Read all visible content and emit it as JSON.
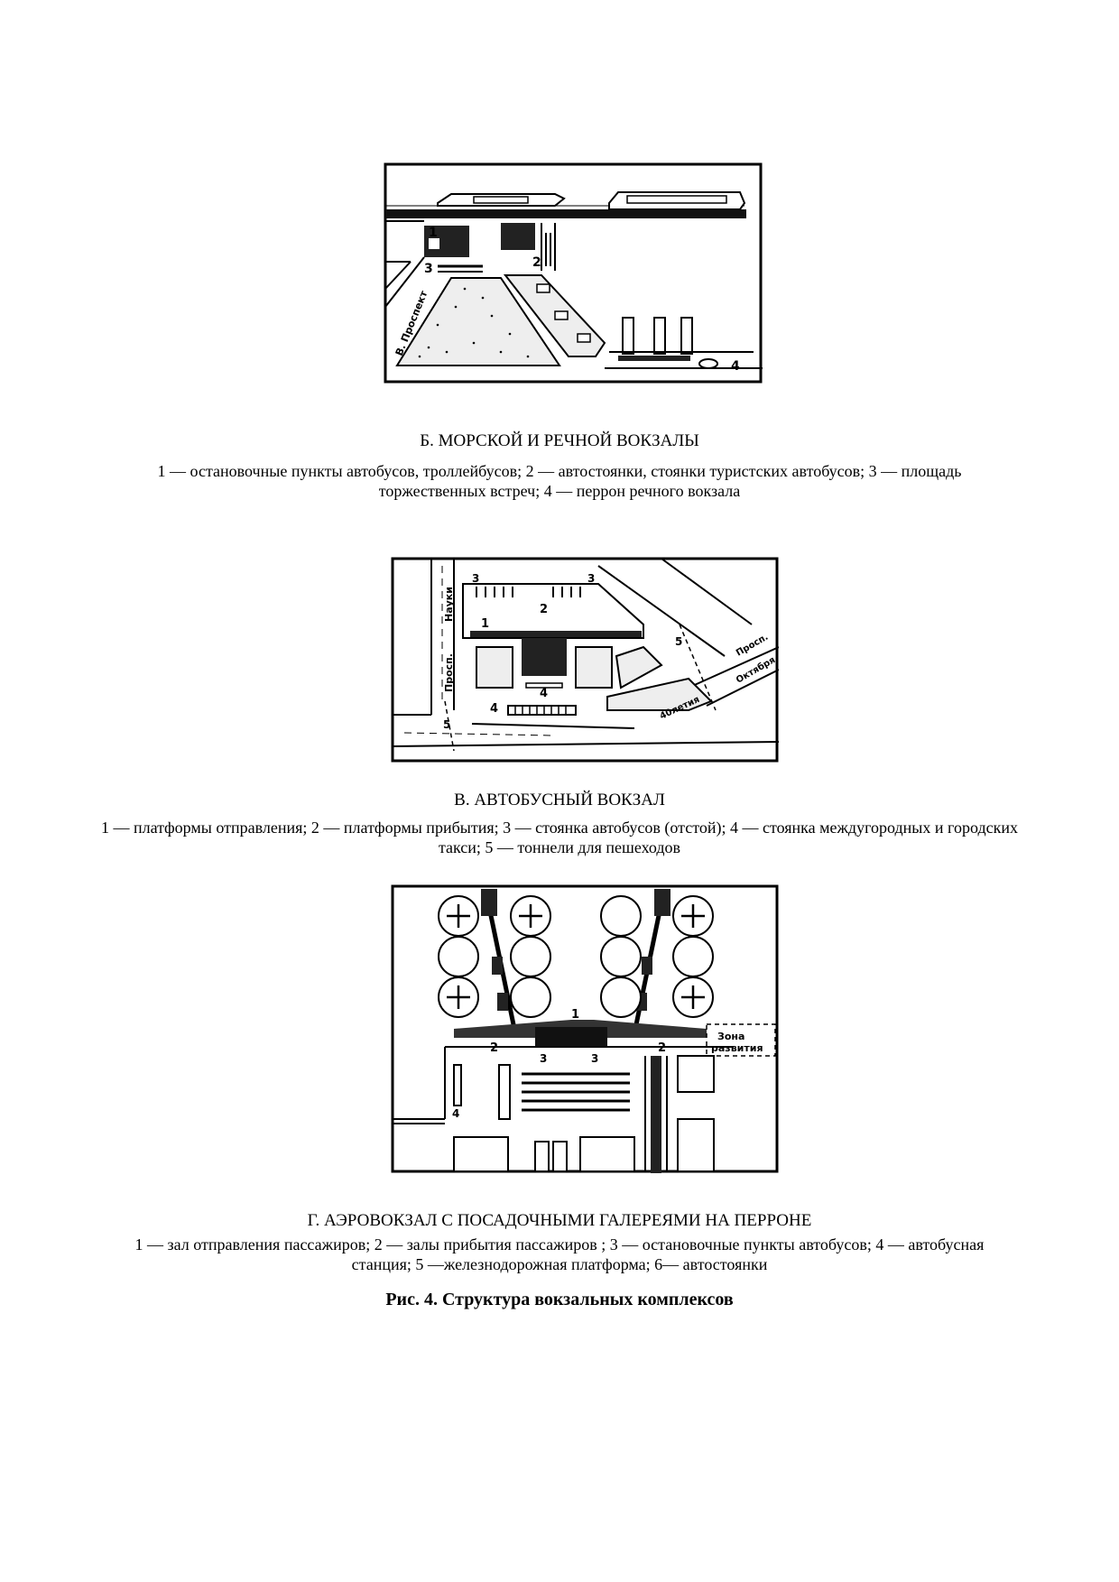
{
  "sections": [
    {
      "title": "Б. МОРСКОЙ И РЕЧНОЙ ВОКЗАЛЫ",
      "legend": "1 — остановочные пункты автобусов, троллейбусов; 2 — автостоянки, стоянки туристских автобусов; 3 — площадь торжественных встреч; 4 — перрон речного вокзала",
      "map_labels": {
        "n1": "1",
        "n2": "2",
        "n3": "3",
        "n4": "4",
        "street": "В. Проспект"
      }
    },
    {
      "title": "В. АВТОБУСНЫЙ ВОКЗАЛ",
      "legend": "1 — платформы отправления; 2 — платформы прибытия; 3 — стоянка автобусов (отстой); 4 — стоянка междугородных и городских такси; 5 — тоннели для пешеходов",
      "map_labels": {
        "n1": "1",
        "n2": "2",
        "n3a": "3",
        "n3b": "3",
        "n4a": "4",
        "n4b": "4",
        "n5a": "5",
        "n5b": "5",
        "street1": "Науки",
        "street2": "Просп.",
        "street3": "Просп.",
        "street4": "40летия",
        "street5": "Октября"
      }
    },
    {
      "title": "Г.  АЭРОВОКЗАЛ С ПОСАДОЧНЫМИ ГАЛЕРЕЯМИ НА ПЕРРОНЕ",
      "legend": "1 — зал отправления пассажиров; 2 — залы прибытия пассажиров ; 3 — остановочные    пункты автобусов; 4 — автобусная станция; 5 —железнодорожная платформа; 6— автостоянки",
      "map_labels": {
        "n1": "1",
        "n2a": "2",
        "n2b": "2",
        "n3a": "3",
        "n3b": "3",
        "n4": "4",
        "zone1": "Зона",
        "zone2": "развития"
      }
    }
  ],
  "caption": "Рис. 4. Структура вокзальных комплексов"
}
